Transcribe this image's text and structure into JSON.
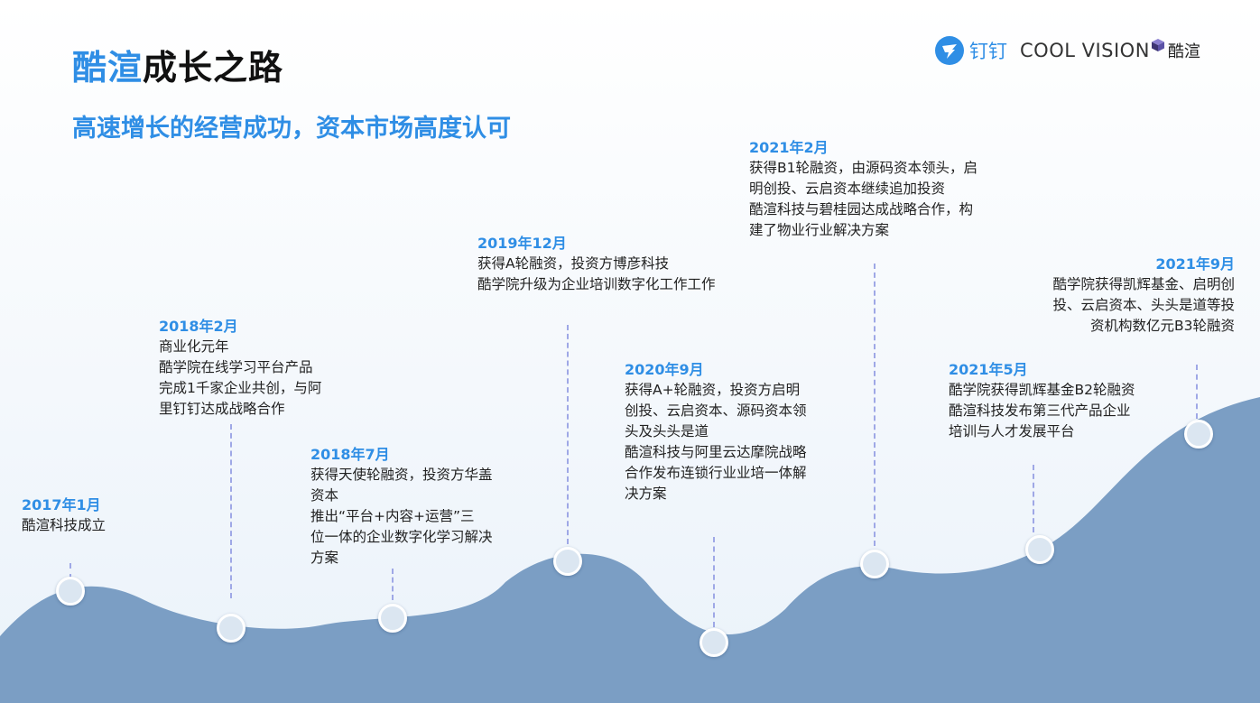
{
  "header": {
    "title_highlight": "酷渲",
    "title_rest": "成长之路",
    "subtitle": "高速增长的经营成功，资本市场高度认可"
  },
  "logo": {
    "dingtalk": "钉钉",
    "coolvision": "COOL VISION",
    "kuxuan": "酷渲"
  },
  "colors": {
    "accent": "#2f8ee5",
    "wave": "#7b9ec4",
    "dash": "#9fa8e6"
  },
  "chart_data": {
    "type": "timeline",
    "events": [
      {
        "date": "2017年1月",
        "lines": [
          "酷渲科技成立"
        ]
      },
      {
        "date": "2018年2月",
        "lines": [
          "商业化元年",
          "酷学院在线学习平台产品",
          "完成1千家企业共创，与阿",
          "里钉钉达成战略合作"
        ]
      },
      {
        "date": "2018年7月",
        "lines": [
          "获得天使轮融资，投资方华盖",
          "资本",
          "推出“平台+内容+运营”三",
          "位一体的企业数字化学习解决",
          "方案"
        ]
      },
      {
        "date": "2019年12月",
        "lines": [
          "获得A轮融资，投资方博彦科技",
          "酷学院升级为企业培训数字化工作工作"
        ]
      },
      {
        "date": "2020年9月",
        "lines": [
          "获得A+轮融资，投资方启明",
          "创投、云启资本、源码资本领",
          "头及头头是道",
          "酷渲科技与阿里云达摩院战略",
          "合作发布连锁行业业培一体解",
          "决方案"
        ]
      },
      {
        "date": "2021年2月",
        "lines": [
          "获得B1轮融资，由源码资本领头，启",
          "明创投、云启资本继续追加投资",
          "酷渲科技与碧桂园达成战略合作，构",
          "建了物业行业解决方案"
        ]
      },
      {
        "date": "2021年5月",
        "lines": [
          "酷学院获得凯辉基金B2轮融资",
          "酷渲科技发布第三代产品企业",
          "培训与人才发展平台"
        ]
      },
      {
        "date": "2021年9月",
        "lines": [
          "酷学院获得凯辉基金、启明创",
          "投、云启资本、头头是道等投",
          "资机构数亿元B3轮融资"
        ]
      }
    ]
  }
}
